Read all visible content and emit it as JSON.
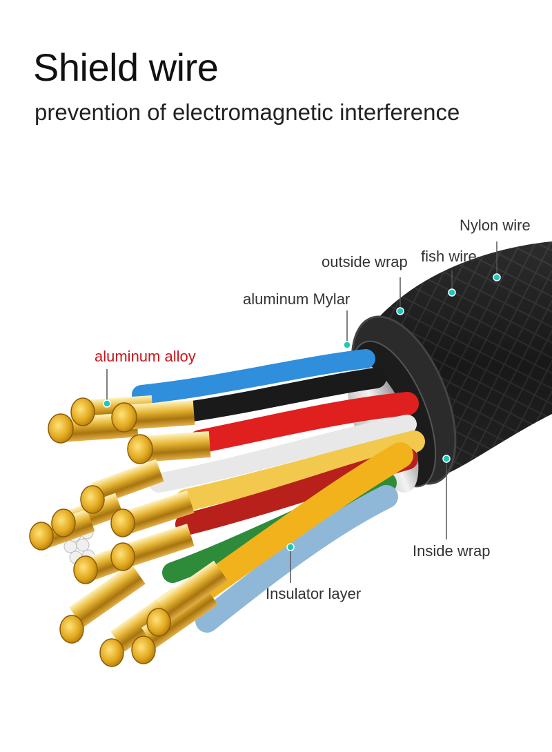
{
  "header": {
    "title": "Shield wire",
    "subtitle": "prevention of electromagnetic interference"
  },
  "labels": {
    "nylon_wire": "Nylon wire",
    "outside_wrap": "outside wrap",
    "fish_wire": "fish wire",
    "aluminum_mylar": "aluminum Mylar",
    "aluminum_alloy": "aluminum alloy",
    "inside_wrap": "Inside wrap",
    "insulator_layer": "Insulator layer"
  },
  "colors": {
    "label_text": "#333333",
    "accent_label": "#c8161d",
    "marker_dot": "#1ec8b8",
    "jacket": "#1e1e1e",
    "gold_pin": "#d9a520",
    "wire_blue": "#2f8fdc",
    "wire_black": "#1a1a1a",
    "wire_red": "#e0201e",
    "wire_yellow": "#f2b21c",
    "wire_lightblue": "#8fb8d8",
    "wire_green": "#2e8b3a",
    "wire_white": "#e8e8e8"
  }
}
